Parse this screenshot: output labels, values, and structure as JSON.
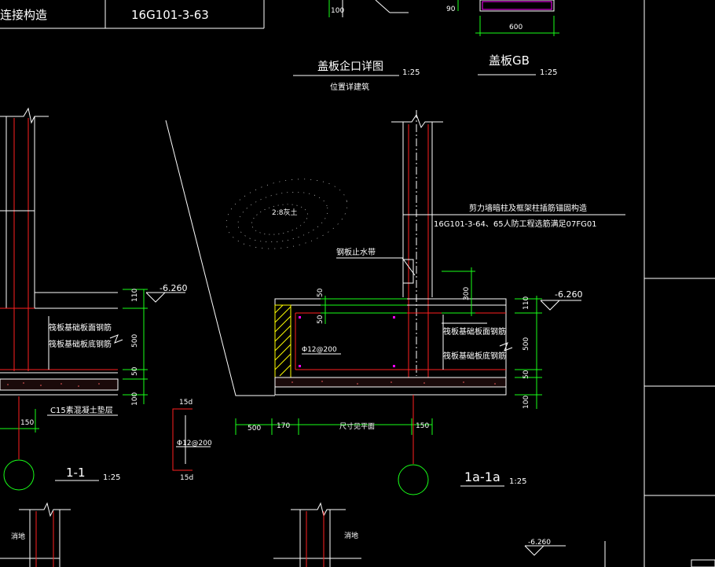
{
  "title_block": {
    "left_text": "连接构造",
    "ref_text": "16G101-3-63"
  },
  "detail_gaiban_kou": {
    "title": "盖板企口详图",
    "scale": "1:25",
    "note": "位置详建筑"
  },
  "detail_gaiban_gb": {
    "title": "盖板GB",
    "scale": "1:25",
    "dim_90": "90",
    "dim_600": "600",
    "dim_100": "100"
  },
  "section_1_1": {
    "label": "1-1",
    "scale": "1:25",
    "elevation": "-6.260",
    "rebar_top_note": "筏板基础板面钢筋",
    "rebar_bottom_note": "筏板基础板底钢筋",
    "cushion_note": "C15素混凝土垫层",
    "dims_vertical": [
      "110",
      "500",
      "50",
      "100"
    ],
    "dim_150": "150"
  },
  "section_1a_1a": {
    "label": "1a-1a",
    "scale": "1:25",
    "elevation": "-6.260",
    "wall_note": "剪力墙暗柱及框架柱插筋锚固构造",
    "wall_ref": "16G101-3-64、65人防工程选筋满足07FG01",
    "water_stop_note": "钢板止水带",
    "backfill_note": "2:8灰土",
    "rebar_top_note": "筏板基础板面钢筋",
    "rebar_bottom_note": "筏板基础板底钢筋",
    "rebar_spec": "Φ12@200",
    "dim_300": "300",
    "dim_50_a": "50",
    "dim_50_b": "50",
    "dims_vertical": [
      "110",
      "500",
      "50",
      "100"
    ],
    "dims_horizontal": [
      "500",
      "170",
      "尺寸见平面",
      "150"
    ]
  },
  "rebar_detail": {
    "top_label": "15d",
    "spec": "Φ12@200",
    "bottom_label": "15d"
  },
  "bottom_row": {
    "left_note": "消地",
    "mid_note": "消地",
    "elevation": "-6.260"
  },
  "colors": {
    "background": "#000000",
    "lines": "#ffffff",
    "rebar": "#ff2020",
    "dimension": "#19ff19",
    "axis": "#19ff19",
    "hatch": "#ffff00"
  }
}
